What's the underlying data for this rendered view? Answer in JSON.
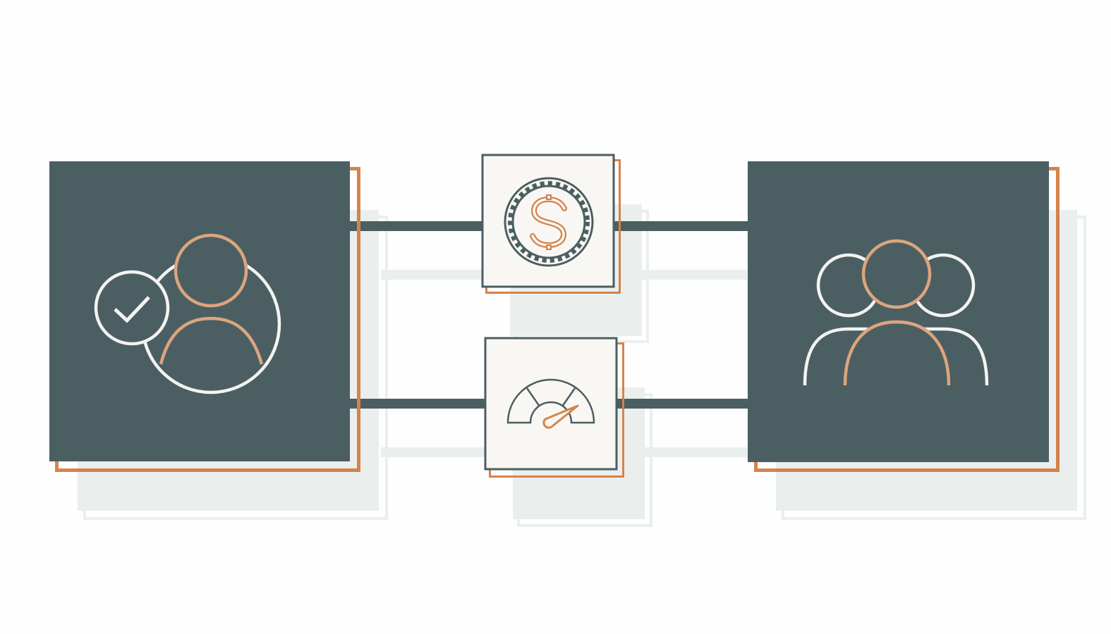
{
  "diagram": {
    "nodes": [
      {
        "id": "verified-user",
        "icon": "verified-user-icon",
        "kind": "large-dark-tile"
      },
      {
        "id": "payment",
        "icon": "dollar-coin-icon",
        "kind": "small-light-tile"
      },
      {
        "id": "performance",
        "icon": "speedometer-gauge-icon",
        "kind": "small-light-tile"
      },
      {
        "id": "user-group",
        "icon": "user-group-icon",
        "kind": "large-dark-tile"
      }
    ],
    "connections": [
      {
        "from": "verified-user",
        "to": "user-group",
        "via": "payment"
      },
      {
        "from": "verified-user",
        "to": "user-group",
        "via": "performance"
      }
    ]
  },
  "colors": {
    "dark_tile": "#4b5f62",
    "light_tile": "#f9f7f3",
    "accent_orange": "#d4834b",
    "accent_light_orange": "#dba57e",
    "icon_white": "#f3f3f1",
    "shadow": "#eaefee",
    "background": "#fefefe"
  }
}
